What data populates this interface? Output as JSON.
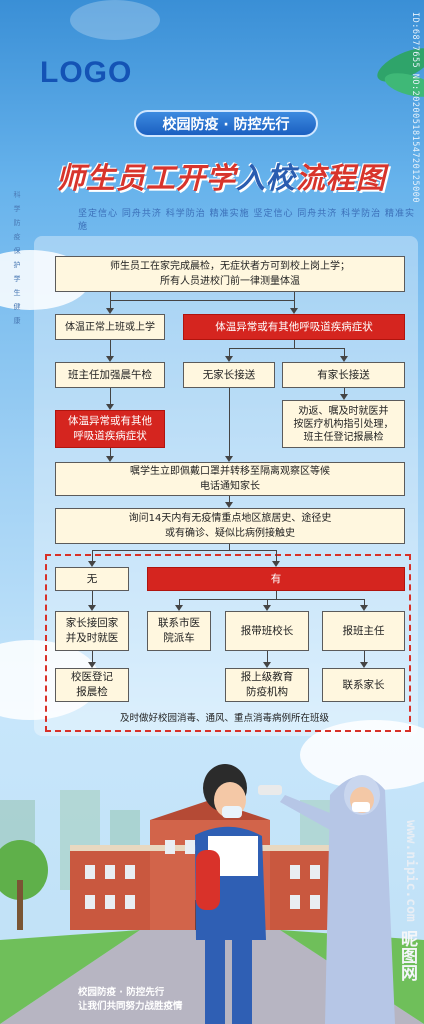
{
  "header": {
    "logo": "LOGO",
    "slogan": "校园防疫 · 防控先行",
    "title_part1": "师生员工开学",
    "title_part2": "入校",
    "title_part3": "流程图",
    "subline": "坚定信心 同舟共济 科学防治 精准实施 坚定信心 同舟共济 科学防治 精准实施",
    "side_text": [
      "科",
      "学",
      "防",
      "疫",
      "保",
      "护",
      "学",
      "生",
      "健",
      "康"
    ],
    "watermark": "ID:6877655 NO:20200518154720125000"
  },
  "flow": {
    "b1": "师生员工在家完成晨检，无症状者方可到校上岗上学；\n所有人员进校门前一律测量体温",
    "b2": "体温正常上班或上学",
    "b3": "体温异常或有其他呼吸道疾病症状",
    "b4": "班主任加强晨午检",
    "b5": "无家长接送",
    "b6": "有家长接送",
    "b7": "体温异常或有其他\n呼吸道疾病症状",
    "b8": "劝返、嘱及时就医并\n按医疗机构指引处理，\n班主任登记报晨检",
    "b9": "嘱学生立即佩戴口罩并转移至隔离观察区等候\n电话通知家长",
    "b10": "询问14天内有无疫情重点地区旅居史、途径史\n或有确诊、疑似比病例接触史",
    "b11": "无",
    "b12": "有",
    "b13": "家长接回家\n并及时就医",
    "b14": "联系市医\n院派车",
    "b15": "报带班校长",
    "b16": "报班主任",
    "b17": "校医登记\n报晨检",
    "b18": "报上级教育\n防疫机构",
    "b19": "联系家长",
    "note": "及时做好校园消毒、通风、重点消毒病例所在班级"
  },
  "footer": {
    "line1": "校园防疫 · 防控先行",
    "line2": "让我们共同努力战胜疫情",
    "site": "www.nipic.com",
    "brand": "昵图网"
  },
  "colors": {
    "red": "#d5251f",
    "blue": "#2a5db0",
    "box": "#fff7df"
  }
}
